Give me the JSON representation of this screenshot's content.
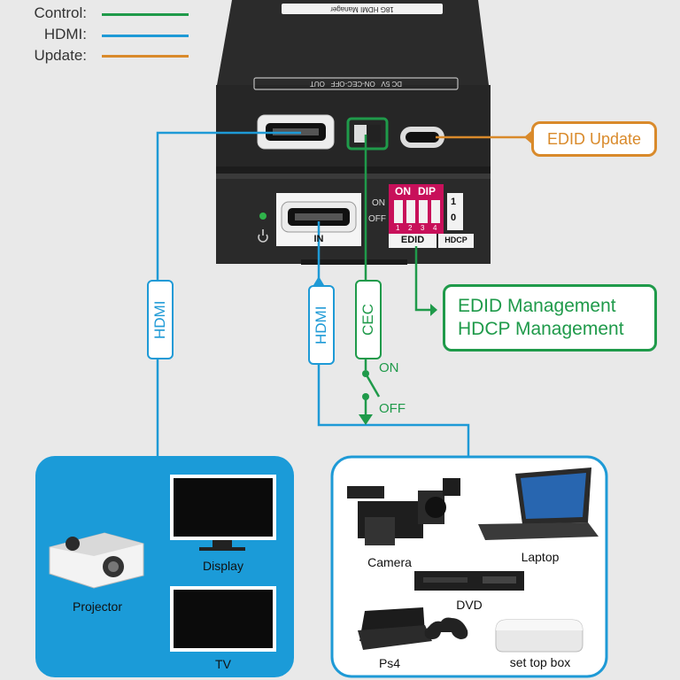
{
  "legend": [
    {
      "label": "Control:",
      "color": "#1f9a4a"
    },
    {
      "label": "HDMI:",
      "color": "#1e9ad6"
    },
    {
      "label": "Update:",
      "color": "#d98a2b"
    }
  ],
  "device": {
    "name_top": "18G HDMI Manager",
    "top_port_strip": "DC 5V   ON-CEC-OFF   OUT",
    "in_label": "IN",
    "dip_on": "ON",
    "dip_dip": "DIP",
    "dip_row_on": "ON",
    "dip_row_off": "OFF",
    "dip_numbers": [
      "1",
      "2",
      "3",
      "4"
    ],
    "dip_one": "1",
    "dip_zero": "0",
    "edid_tag": "EDID",
    "hdcp_tag": "HDCP"
  },
  "callouts": {
    "edid_update": "EDID Update",
    "mgmt_line1": "EDID Management",
    "mgmt_line2": "HDCP Management"
  },
  "cables": {
    "hdmi_out": "HDMI",
    "hdmi_in": "HDMI",
    "cec": "CEC",
    "on": "ON",
    "off": "OFF"
  },
  "sinks": {
    "display": "Display",
    "projector": "Projector",
    "tv": "TV"
  },
  "sources": {
    "camera": "Camera",
    "laptop": "Laptop",
    "dvd": "DVD",
    "ps4": "Ps4",
    "stb": "set top box"
  },
  "colors": {
    "control": "#1f9a4a",
    "hdmi": "#1e9ad6",
    "update": "#d98a2b",
    "dip": "#c8105a"
  }
}
